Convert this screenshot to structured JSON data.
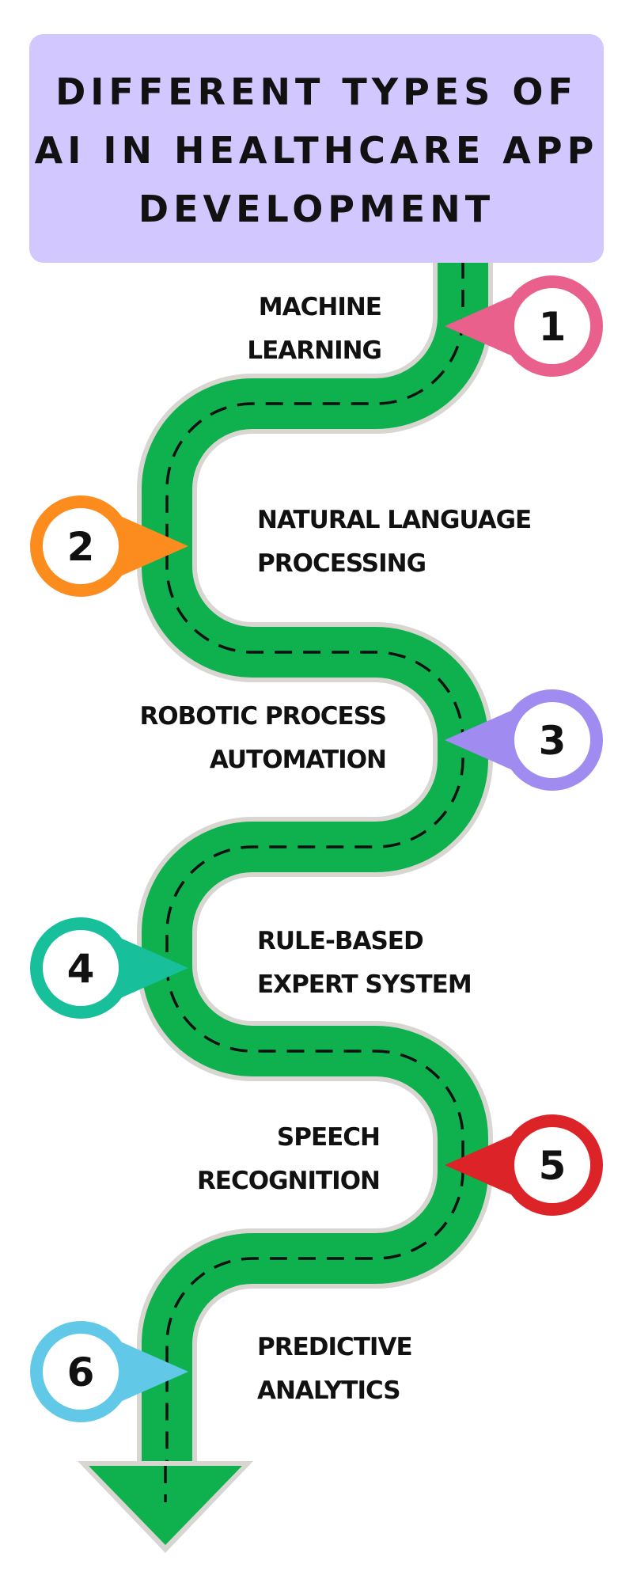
{
  "title": "DIFFERENT TYPES OF AI\nIN HEALTHCARE APP\nDEVELOPMENT",
  "colors": {
    "title_background": "#d2c8ff",
    "road": "#0fb14f",
    "road_border": "#d9d6d2",
    "dash": "#111111"
  },
  "steps": [
    {
      "number": "1",
      "label": "MACHINE\nLEARNING",
      "color": "#e8608b"
    },
    {
      "number": "2",
      "label": "NATURAL LANGUAGE\nPROCESSING",
      "color": "#fd8c1f"
    },
    {
      "number": "3",
      "label": "ROBOTIC PROCESS\nAUTOMATION",
      "color": "#a08cf0"
    },
    {
      "number": "4",
      "label": "RULE-BASED\nEXPERT SYSTEM",
      "color": "#17bf9b"
    },
    {
      "number": "5",
      "label": "SPEECH\nRECOGNITION",
      "color": "#dc2328"
    },
    {
      "number": "6",
      "label": "PREDICTIVE\nANALYTICS",
      "color": "#62c8e8"
    }
  ]
}
